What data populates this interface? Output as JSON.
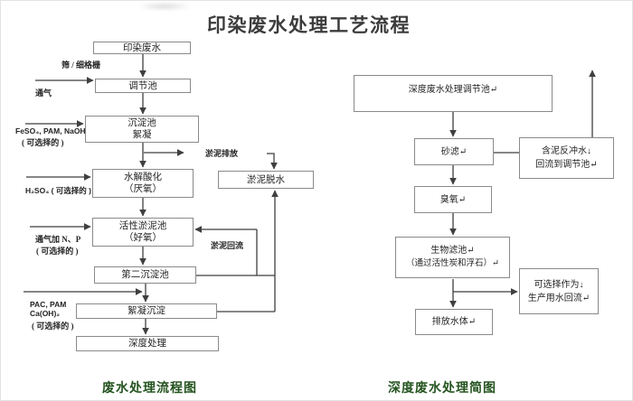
{
  "title": "印染废水处理工艺流程",
  "colors": {
    "line": "#3f3f3f",
    "box_border": "#8a8a8a",
    "box_bg": "#ffffff",
    "text": "#242424",
    "title_color": "#3c3c3c",
    "caption": "#24531f"
  },
  "left": {
    "caption": "废水处理流程图",
    "boxes": [
      {
        "lines": [
          "印染废水"
        ]
      },
      {
        "lines": [
          "调节池"
        ]
      },
      {
        "lines": [
          "沉淀池",
          "絮凝"
        ]
      },
      {
        "lines": [
          "水解酸化",
          "（厌氧）"
        ]
      },
      {
        "lines": [
          "活性淤泥池",
          "（好氧）"
        ]
      },
      {
        "lines": [
          "第二沉淀池"
        ]
      },
      {
        "lines": [
          "絮凝沉淀"
        ]
      },
      {
        "lines": [
          "深度处理"
        ]
      },
      {
        "lines": [
          "淤泥脱水"
        ]
      }
    ],
    "labels": {
      "sieve": "筛 / 细格栅",
      "aeration": "通气",
      "feso4": "FeSO₄, PAM, NaOH",
      "optional1": "( 可选择的 )",
      "h2so4": "H₂SO₄ ( 可选择的 )",
      "aeration_np": "通气加 N、P",
      "optional2": "( 可选择的 )",
      "pac": "PAC, PAM",
      "caoh": "Ca(OH)₂",
      "optional3": "( 可选择的 )",
      "sludge_discharge": "淤泥排放",
      "sludge_return": "淤泥回流"
    }
  },
  "right": {
    "caption": "深度废水处理简图",
    "boxes": [
      {
        "lines": [
          "深度废水处理调节池↵"
        ]
      },
      {
        "lines": [
          "砂滤↵"
        ]
      },
      {
        "lines": [
          "含泥反冲水↓",
          "回流到调节池↵"
        ]
      },
      {
        "lines": [
          "臭氧↵"
        ]
      },
      {
        "lines": [
          "生物滤池↵",
          "（通过活性炭和浮石）↵"
        ]
      },
      {
        "lines": [
          "可选择作为↓",
          "生产用水回流↵"
        ]
      },
      {
        "lines": [
          "排放水体↵"
        ]
      }
    ]
  }
}
